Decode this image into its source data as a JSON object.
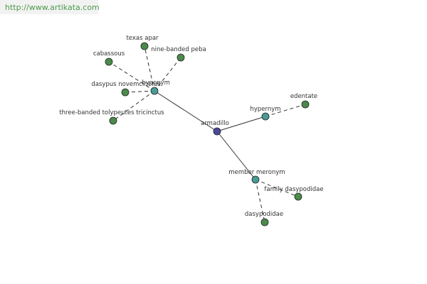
{
  "watermark": {
    "text": "http://www.artikata.com"
  },
  "colors": {
    "center": "#4a4a9a",
    "relation": "#4a9a96",
    "leaf": "#4a8a4a",
    "edge": "#333333"
  },
  "nodes": [
    {
      "id": "armadillo",
      "label": "armadillo",
      "kind": "center"
    },
    {
      "id": "hyponym",
      "label": "hyponym",
      "kind": "relation"
    },
    {
      "id": "hypernym",
      "label": "hypernym",
      "kind": "relation"
    },
    {
      "id": "member_meronym",
      "label": "member meronym",
      "kind": "relation"
    },
    {
      "id": "texas_apar",
      "label": "texas apar",
      "kind": "leaf"
    },
    {
      "id": "nine_banded_peba",
      "label": "nine-banded peba",
      "kind": "leaf"
    },
    {
      "id": "cabassous",
      "label": "cabassous",
      "kind": "leaf"
    },
    {
      "id": "dasypus_novemcinctus",
      "label": "dasypus novemcinctus",
      "kind": "leaf"
    },
    {
      "id": "three_banded",
      "label": "three-banded tolypeutes tricinctus",
      "kind": "leaf"
    },
    {
      "id": "edentate",
      "label": "edentate",
      "kind": "leaf"
    },
    {
      "id": "family_dasypodidae",
      "label": "family dasypodidae",
      "kind": "leaf"
    },
    {
      "id": "dasypodidae",
      "label": "dasypodidae",
      "kind": "leaf"
    }
  ],
  "edges": [
    {
      "from": "armadillo",
      "to": "hyponym",
      "style": "solid"
    },
    {
      "from": "armadillo",
      "to": "hypernym",
      "style": "solid"
    },
    {
      "from": "armadillo",
      "to": "member_meronym",
      "style": "solid"
    },
    {
      "from": "hyponym",
      "to": "texas_apar",
      "style": "dashed"
    },
    {
      "from": "hyponym",
      "to": "nine_banded_peba",
      "style": "dashed"
    },
    {
      "from": "hyponym",
      "to": "cabassous",
      "style": "dashed"
    },
    {
      "from": "hyponym",
      "to": "dasypus_novemcinctus",
      "style": "dashed"
    },
    {
      "from": "hyponym",
      "to": "three_banded",
      "style": "dashed"
    },
    {
      "from": "hypernym",
      "to": "edentate",
      "style": "dashed"
    },
    {
      "from": "member_meronym",
      "to": "family_dasypodidae",
      "style": "dashed"
    },
    {
      "from": "member_meronym",
      "to": "dasypodidae",
      "style": "dashed"
    }
  ]
}
